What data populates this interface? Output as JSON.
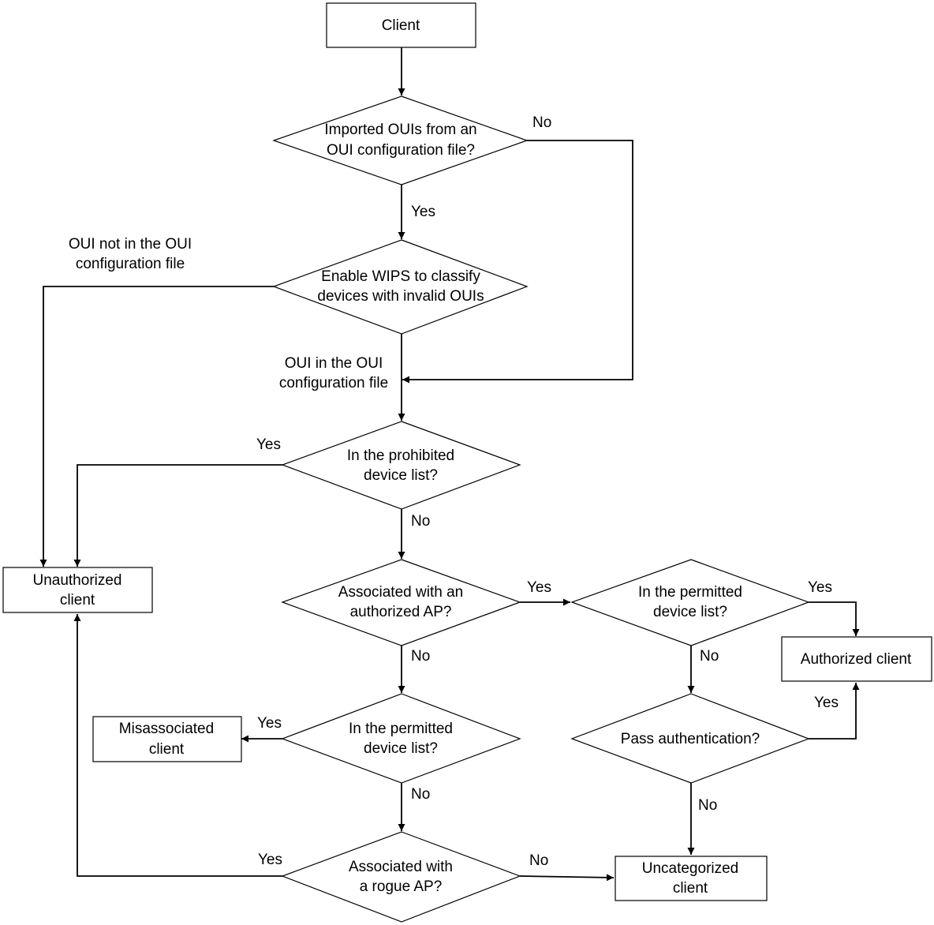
{
  "nodes": {
    "client": {
      "lines": [
        "Client"
      ]
    },
    "oui_imported": {
      "lines": [
        "Imported OUIs from an",
        "OUI configuration file?"
      ]
    },
    "wips_classify": {
      "lines": [
        "Enable WIPS to classify",
        "devices with invalid OUIs"
      ]
    },
    "prohibited": {
      "lines": [
        "In the prohibited",
        "device list?"
      ]
    },
    "assoc_authorized": {
      "lines": [
        "Associated with an",
        "authorized AP?"
      ]
    },
    "permitted_right": {
      "lines": [
        "In the permitted",
        "device list?"
      ]
    },
    "permitted_mid": {
      "lines": [
        "In the permitted",
        "device list?"
      ]
    },
    "pass_auth": {
      "lines": [
        "Pass authentication?"
      ]
    },
    "assoc_rogue": {
      "lines": [
        "Associated with",
        "a rogue AP?"
      ]
    },
    "unauthorized": {
      "lines": [
        "Unauthorized",
        "client"
      ]
    },
    "misassociated": {
      "lines": [
        "Misassociated",
        "client"
      ]
    },
    "authorized": {
      "lines": [
        "Authorized client"
      ]
    },
    "uncategorized": {
      "lines": [
        "Uncategorized",
        "client"
      ]
    }
  },
  "edge_labels": {
    "oui_no": "No",
    "oui_yes": "Yes",
    "oui_not_in_file_1": "OUI not in the OUI",
    "oui_not_in_file_2": "configuration file",
    "oui_in_file_1": "OUI in the OUI",
    "oui_in_file_2": "configuration file",
    "prohibited_yes": "Yes",
    "prohibited_no": "No",
    "assoc_auth_yes": "Yes",
    "assoc_auth_no": "No",
    "permitted_right_yes": "Yes",
    "permitted_right_no": "No",
    "pass_auth_yes": "Yes",
    "pass_auth_no": "No",
    "permitted_mid_yes": "Yes",
    "permitted_mid_no": "No",
    "rogue_yes": "Yes",
    "rogue_no": "No"
  }
}
